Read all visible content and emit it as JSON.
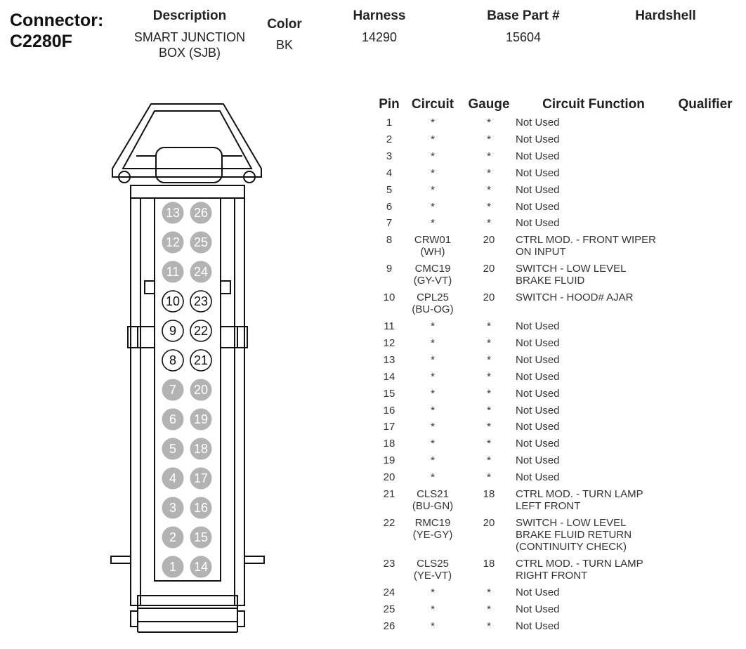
{
  "header": {
    "connector_label": "Connector:",
    "connector_id": "C2280F",
    "description_label": "Description",
    "description_lines": [
      "SMART JUNCTION",
      "BOX (SJB)"
    ],
    "color_label": "Color",
    "color_value": "BK",
    "harness_label": "Harness",
    "harness_value": "14290",
    "base_part_label": "Base Part #",
    "base_part_value": "15604",
    "hardshell_label": "Hardshell"
  },
  "table": {
    "headers": {
      "pin": "Pin",
      "circuit": "Circuit",
      "gauge": "Gauge",
      "function": "Circuit Function",
      "qualifier": "Qualifier"
    },
    "rows": [
      {
        "pin": "1",
        "circuit": [
          "*"
        ],
        "gauge": "*",
        "function": [
          "Not Used"
        ]
      },
      {
        "pin": "2",
        "circuit": [
          "*"
        ],
        "gauge": "*",
        "function": [
          "Not Used"
        ]
      },
      {
        "pin": "3",
        "circuit": [
          "*"
        ],
        "gauge": "*",
        "function": [
          "Not Used"
        ]
      },
      {
        "pin": "4",
        "circuit": [
          "*"
        ],
        "gauge": "*",
        "function": [
          "Not Used"
        ]
      },
      {
        "pin": "5",
        "circuit": [
          "*"
        ],
        "gauge": "*",
        "function": [
          "Not Used"
        ]
      },
      {
        "pin": "6",
        "circuit": [
          "*"
        ],
        "gauge": "*",
        "function": [
          "Not Used"
        ]
      },
      {
        "pin": "7",
        "circuit": [
          "*"
        ],
        "gauge": "*",
        "function": [
          "Not Used"
        ]
      },
      {
        "pin": "8",
        "circuit": [
          "CRW01",
          "(WH)"
        ],
        "gauge": "20",
        "function": [
          "CTRL MOD. - FRONT WIPER",
          "ON INPUT"
        ]
      },
      {
        "pin": "9",
        "circuit": [
          "CMC19",
          "(GY-VT)"
        ],
        "gauge": "20",
        "function": [
          "SWITCH - LOW LEVEL",
          "BRAKE FLUID"
        ]
      },
      {
        "pin": "10",
        "circuit": [
          "CPL25",
          "(BU-OG)"
        ],
        "gauge": "20",
        "function": [
          "SWITCH - HOOD# AJAR"
        ]
      },
      {
        "pin": "11",
        "circuit": [
          "*"
        ],
        "gauge": "*",
        "function": [
          "Not Used"
        ]
      },
      {
        "pin": "12",
        "circuit": [
          "*"
        ],
        "gauge": "*",
        "function": [
          "Not Used"
        ]
      },
      {
        "pin": "13",
        "circuit": [
          "*"
        ],
        "gauge": "*",
        "function": [
          "Not Used"
        ]
      },
      {
        "pin": "14",
        "circuit": [
          "*"
        ],
        "gauge": "*",
        "function": [
          "Not Used"
        ]
      },
      {
        "pin": "15",
        "circuit": [
          "*"
        ],
        "gauge": "*",
        "function": [
          "Not Used"
        ]
      },
      {
        "pin": "16",
        "circuit": [
          "*"
        ],
        "gauge": "*",
        "function": [
          "Not Used"
        ]
      },
      {
        "pin": "17",
        "circuit": [
          "*"
        ],
        "gauge": "*",
        "function": [
          "Not Used"
        ]
      },
      {
        "pin": "18",
        "circuit": [
          "*"
        ],
        "gauge": "*",
        "function": [
          "Not Used"
        ]
      },
      {
        "pin": "19",
        "circuit": [
          "*"
        ],
        "gauge": "*",
        "function": [
          "Not Used"
        ]
      },
      {
        "pin": "20",
        "circuit": [
          "*"
        ],
        "gauge": "*",
        "function": [
          "Not Used"
        ]
      },
      {
        "pin": "21",
        "circuit": [
          "CLS21",
          "(BU-GN)"
        ],
        "gauge": "18",
        "function": [
          "CTRL MOD. - TURN LAMP",
          "LEFT FRONT"
        ]
      },
      {
        "pin": "22",
        "circuit": [
          "RMC19",
          "(YE-GY)"
        ],
        "gauge": "20",
        "function": [
          "SWITCH - LOW LEVEL",
          "BRAKE FLUID RETURN",
          "(CONTINUITY CHECK)"
        ]
      },
      {
        "pin": "23",
        "circuit": [
          "CLS25",
          "(YE-VT)"
        ],
        "gauge": "18",
        "function": [
          "CTRL MOD. - TURN LAMP",
          "RIGHT FRONT"
        ]
      },
      {
        "pin": "24",
        "circuit": [
          "*"
        ],
        "gauge": "*",
        "function": [
          "Not Used"
        ]
      },
      {
        "pin": "25",
        "circuit": [
          "*"
        ],
        "gauge": "*",
        "function": [
          "Not Used"
        ]
      },
      {
        "pin": "26",
        "circuit": [
          "*"
        ],
        "gauge": "*",
        "function": [
          "Not Used"
        ]
      }
    ]
  },
  "connector": {
    "left_column": [
      "13",
      "12",
      "11",
      "10",
      "9",
      "8",
      "7",
      "6",
      "5",
      "4",
      "3",
      "2",
      "1"
    ],
    "right_column": [
      "26",
      "25",
      "24",
      "23",
      "22",
      "21",
      "20",
      "19",
      "18",
      "17",
      "16",
      "15",
      "14"
    ],
    "used_pins": [
      "8",
      "9",
      "10",
      "21",
      "22",
      "23"
    ],
    "colors": {
      "unused_fill": "#b3b3b3",
      "unused_text": "#ffffff",
      "used_fill": "#ffffff",
      "used_text": "#111111",
      "outline": "#111111"
    }
  }
}
